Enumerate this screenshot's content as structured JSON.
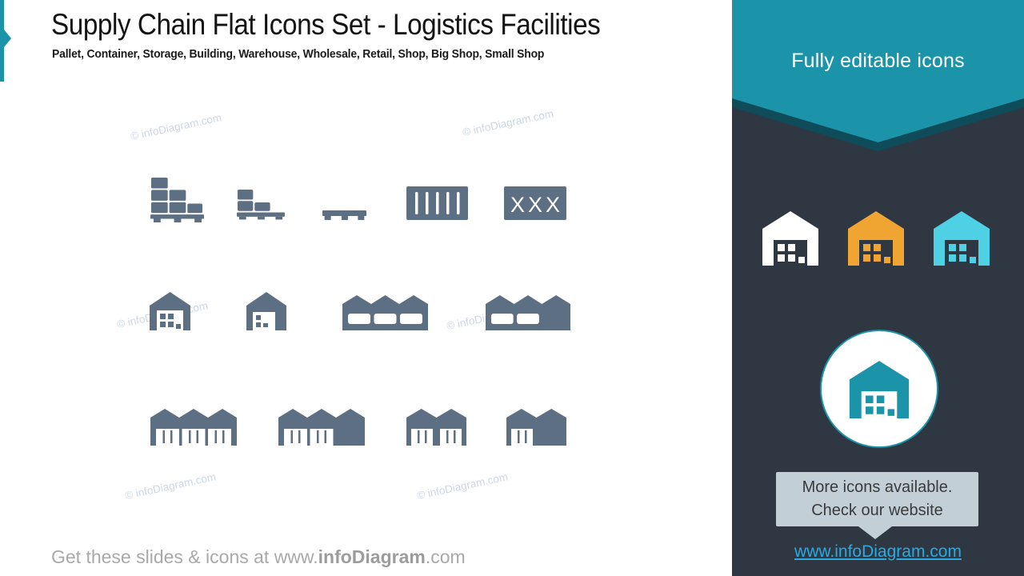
{
  "theme": {
    "accent_teal": "#1b93a8",
    "teal_dark": "#0e4c59",
    "panel_bg": "#2f3743",
    "icon_slate": "#5d6f82",
    "orange": "#f0a532",
    "cyan": "#4fd1e5",
    "link_blue": "#29abe2",
    "bubble_bg": "#c2cfd7",
    "watermark": "#ccd6e8",
    "footer_gray": "#a9a9a9",
    "title_color": "#141414"
  },
  "header": {
    "title": "Supply Chain Flat Icons Set - Logistics Facilities",
    "subtitle": "Pallet, Container, Storage, Building, Warehouse, Wholesale, Retail, Shop, Big Shop, Small Shop"
  },
  "watermark_text": "© infoDiagram.com",
  "grid": {
    "xxx_label": "XXX",
    "icon_names": {
      "row1": [
        "pallet-loaded-icon",
        "pallet-small-icon",
        "pallet-empty-icon",
        "container-icon",
        "container-x-icon"
      ],
      "row2": [
        "storage-icon",
        "building-icon",
        "warehouse-icon",
        "wholesale-icon"
      ],
      "row3": [
        "retail-icon",
        "shop-icon",
        "big-shop-icon",
        "small-shop-icon"
      ]
    }
  },
  "sidebar": {
    "banner_label": "Fully editable icons",
    "icon_names": [
      "warehouse-white-icon",
      "warehouse-orange-icon",
      "warehouse-cyan-icon",
      "warehouse-badge-icon"
    ],
    "bubble": {
      "line1": "More icons available.",
      "line2": "Check our website"
    },
    "link_label": "www.infoDiagram.com"
  },
  "footer": {
    "prefix": "Get these slides & icons at www.",
    "brand": "infoDiagram",
    "suffix": ".com"
  }
}
